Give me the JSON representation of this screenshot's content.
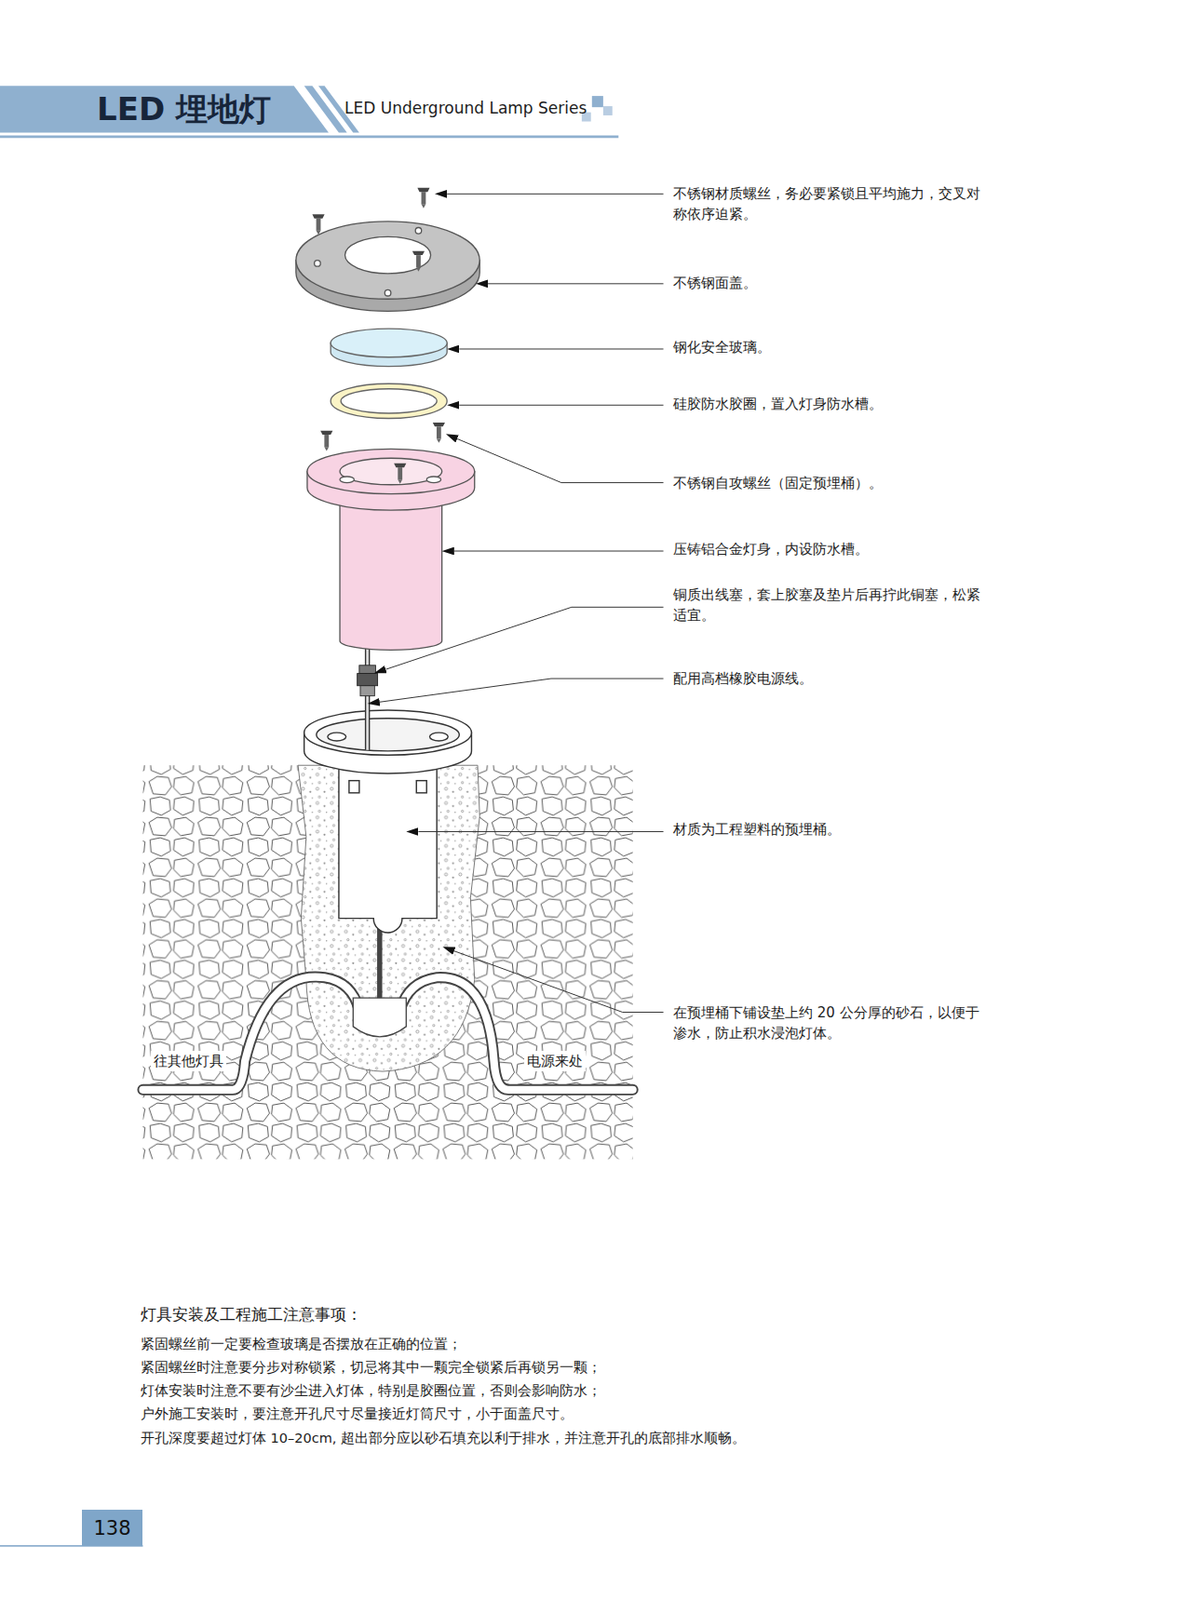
{
  "diagram": {
    "title": "LED 埋地灯",
    "nodes": [
      {
        "text": [
          "138"
        ]
      }
    ],
    "labels": [
      "LED Underground Lamp Series",
      "不锈钢材质螺丝，务必要紧锁且平均施力，交叉对称依序迫紧。",
      "不锈钢面盖。",
      "钢化安全玻璃。",
      "硅胶防水胶圈，置入灯身防水槽。",
      "不锈钢自攻螺丝（固定预埋桶）。",
      "压铸铝合金灯身，内设防水槽。",
      "铜质出线塞，套上胶塞及垫片后再拧此铜塞，松紧适宜。",
      "配用高档橡胶电源线。",
      "材质为工程塑料的预埋桶。",
      "在预埋桶下铺设垫上约 20 公分厚的砂石，以便于渗水，防止积水浸泡灯体。",
      "往其他灯具",
      "电源来处",
      "灯具安装及工程施工注意事项：",
      "紧固螺丝前一定要检查玻璃是否摆放在正确的位置；",
      "紧固螺丝时注意要分步对称锁紧，切忌将其中一颗完全锁紧后再锁另一颗；",
      "灯体安装时注意不要有沙尘进入灯体，特别是胶圈位置，否则会影响防水；",
      "户外施工安装时，要注意开孔尺寸尽量接近灯筒尺寸，小于面盖尺寸。",
      "开孔深度要超过灯体 10–20cm, 超出部分应以砂石填充以利于排水，并注意开孔的底部排水顺畅。"
    ]
  }
}
